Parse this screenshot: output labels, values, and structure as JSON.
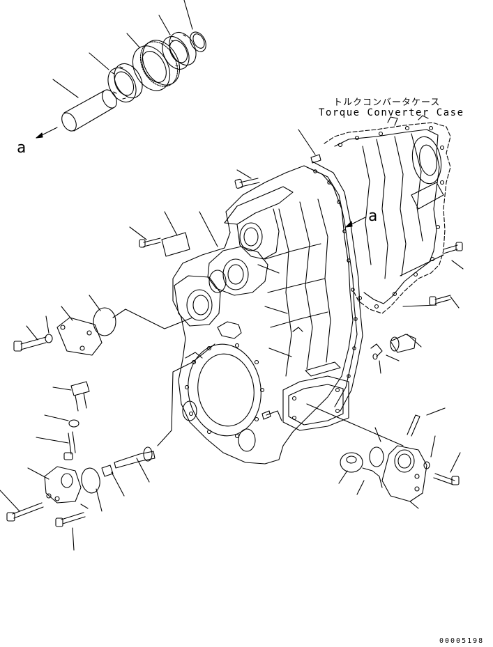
{
  "labels": {
    "component_jp": "トルクコンバータケース",
    "component_en": "Torque Converter Case",
    "ref_a_left": "a",
    "ref_a_right": "a",
    "drawing_code": "00005198"
  },
  "colors": {
    "line": "#000000",
    "background": "#ffffff"
  }
}
